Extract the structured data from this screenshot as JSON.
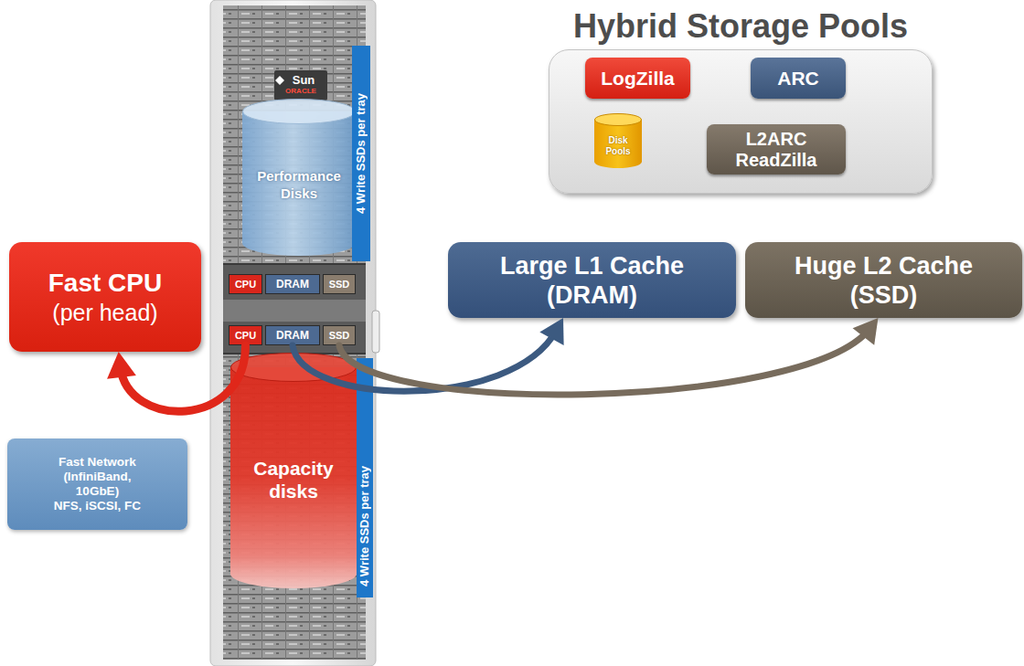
{
  "diagram": {
    "nodes": [
      {
        "text": [
          "Hybrid Storage Pools"
        ]
      },
      {
        "text": [
          "LogZilla"
        ],
        "in": 0
      },
      {
        "text": [
          "ARC"
        ],
        "in": 0
      },
      {
        "text": [
          "Disk Pools"
        ],
        "in": 0
      },
      {
        "text": [
          "L2ARC ReadZilla"
        ],
        "in": 0
      },
      {
        "text": [
          "Sun",
          "ORACLE"
        ]
      },
      {
        "text": [
          "Performance Disks"
        ],
        "in": 5
      },
      {
        "text": [
          "4 Write SSDs per tray"
        ],
        "in": 5
      },
      {
        "text": [
          "CPU"
        ],
        "in": 5
      },
      {
        "text": [
          "DRAM"
        ],
        "in": 5
      },
      {
        "text": [
          "SSD"
        ],
        "in": 5
      },
      {
        "text": [
          "CPU"
        ],
        "in": 5
      },
      {
        "text": [
          "DRAM"
        ],
        "in": 5
      },
      {
        "text": [
          "SSD"
        ],
        "in": 5
      },
      {
        "text": [
          "Capacity disks"
        ],
        "in": 5
      },
      {
        "text": [
          "4 Write SSDs per tray"
        ],
        "in": 5
      },
      {
        "text": [
          "Fast CPU",
          "(per head)"
        ]
      },
      {
        "text": [
          "Large L1 Cache (DRAM)"
        ]
      },
      {
        "text": [
          "Huge L2 Cache (SSD)"
        ]
      },
      {
        "text": [
          "Fast Network (InfiniBand, 10GbE)",
          "NFS, iSCSI, FC"
        ]
      }
    ],
    "edges": [
      {
        "from": 11,
        "to": 16,
        "arrow": "to"
      },
      {
        "from": 12,
        "to": 17,
        "arrow": "to"
      },
      {
        "from": 13,
        "to": 18,
        "arrow": "to"
      }
    ]
  }
}
